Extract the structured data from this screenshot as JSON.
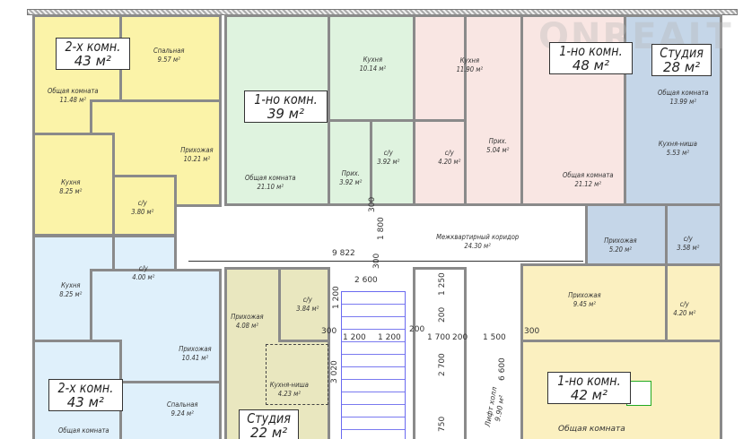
{
  "watermark": "ONREALT",
  "apartments": [
    {
      "type": "2-х комн.",
      "area": "43 м²",
      "rooms": [
        {
          "name": "Общая комната",
          "area": "11.48 м²"
        },
        {
          "name": "Спальная",
          "area": "9.57 м²"
        },
        {
          "name": "Прихожая",
          "area": "10.21 м²"
        },
        {
          "name": "Кухня",
          "area": "8.25 м²"
        },
        {
          "name": "с/у",
          "area": "3.80 м²"
        }
      ]
    },
    {
      "type": "1-но комн.",
      "area": "39 м²",
      "rooms": [
        {
          "name": "Общая комната",
          "area": "21.10 м²"
        },
        {
          "name": "Кухня",
          "area": "10.14 м²"
        },
        {
          "name": "Прих.",
          "area": "3.92 м²"
        },
        {
          "name": "с/у",
          "area": "3.92 м²"
        }
      ]
    },
    {
      "type": "1-но комн.",
      "area": "48 м²",
      "rooms": [
        {
          "name": "Кухня",
          "area": "11.90 м²"
        },
        {
          "name": "с/у",
          "area": "4.20 м²"
        },
        {
          "name": "Прих.",
          "area": "5.04 м²"
        },
        {
          "name": "Общая комната",
          "area": "21.12 м²"
        }
      ]
    },
    {
      "type": "Студия",
      "area": "28 м²",
      "rooms": [
        {
          "name": "Общая комната",
          "area": "13.99 м²"
        },
        {
          "name": "Кухня-ниша",
          "area": "5.53 м²"
        },
        {
          "name": "Прихожая",
          "area": "5.20 м²"
        },
        {
          "name": "с/у",
          "area": "3.58 м²"
        }
      ]
    },
    {
      "type": "2-х комн.",
      "area": "43 м²",
      "rooms": [
        {
          "name": "Кухня",
          "area": "8.25 м²"
        },
        {
          "name": "с/у",
          "area": "4.00 м²"
        },
        {
          "name": "Прихожая",
          "area": "10.41 м²"
        },
        {
          "name": "Спальная",
          "area": "9.24 м²"
        },
        {
          "name": "Общая комната",
          "area": ""
        }
      ]
    },
    {
      "type": "Студия",
      "area": "22 м²",
      "rooms": [
        {
          "name": "Прихожая",
          "area": "4.08 м²"
        },
        {
          "name": "с/у",
          "area": "3.84 м²"
        },
        {
          "name": "Кухня-ниша",
          "area": "4.23 м²"
        }
      ]
    },
    {
      "type": "1-но комн.",
      "area": "42 м²",
      "rooms": [
        {
          "name": "Прихожая",
          "area": "9.45 м²"
        },
        {
          "name": "с/у",
          "area": "4.20 м²"
        },
        {
          "name": "Общая комната",
          "area": ""
        }
      ]
    }
  ],
  "corridor": {
    "name": "Межквартирный коридор",
    "area": "24.30 м²"
  },
  "lift_hall": {
    "name": "Лифт холл",
    "area": "9.90 м²"
  },
  "dimensions": {
    "d9822": "9 822",
    "d1800": "1 800",
    "d300a": "300",
    "d300b": "300",
    "d300c": "300",
    "d300d": "300",
    "d2600": "2 600",
    "d1200a": "1 200",
    "d1200b": "1 200",
    "d1200c": "1 200",
    "d1250": "1 250",
    "d200a": "200",
    "d200b": "200",
    "d200c": "200",
    "d1700": "1 700",
    "d1500": "1 500",
    "d2700": "2 700",
    "d3020": "3 020",
    "d6600": "6 600",
    "d750": "750"
  }
}
